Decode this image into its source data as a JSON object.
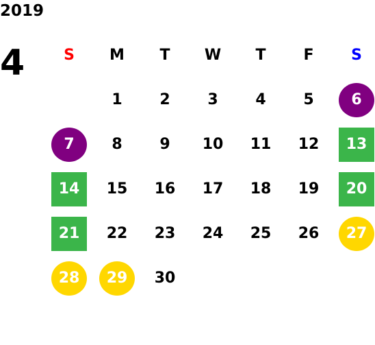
{
  "header": {
    "year": "2019",
    "month": "4"
  },
  "weekdays": [
    {
      "label": "S",
      "color": "#ff0000"
    },
    {
      "label": "M",
      "color": "#000000"
    },
    {
      "label": "T",
      "color": "#000000"
    },
    {
      "label": "W",
      "color": "#000000"
    },
    {
      "label": "T",
      "color": "#000000"
    },
    {
      "label": "F",
      "color": "#000000"
    },
    {
      "label": "S",
      "color": "#0000ff"
    }
  ],
  "colors": {
    "purple": "#800080",
    "green": "#3bb54a",
    "yellow": "#ffd700"
  },
  "days": [
    {
      "label": "1"
    },
    {
      "label": "2"
    },
    {
      "label": "3"
    },
    {
      "label": "4"
    },
    {
      "label": "5"
    },
    {
      "label": "6",
      "style": "circle",
      "color": "purple"
    },
    {
      "label": "7",
      "style": "circle",
      "color": "purple"
    },
    {
      "label": "8"
    },
    {
      "label": "9"
    },
    {
      "label": "10"
    },
    {
      "label": "11"
    },
    {
      "label": "12"
    },
    {
      "label": "13",
      "style": "square",
      "color": "green"
    },
    {
      "label": "14",
      "style": "square",
      "color": "green"
    },
    {
      "label": "15"
    },
    {
      "label": "16"
    },
    {
      "label": "17"
    },
    {
      "label": "18"
    },
    {
      "label": "19"
    },
    {
      "label": "20",
      "style": "square",
      "color": "green"
    },
    {
      "label": "21",
      "style": "square",
      "color": "green"
    },
    {
      "label": "22"
    },
    {
      "label": "23"
    },
    {
      "label": "24"
    },
    {
      "label": "25"
    },
    {
      "label": "26"
    },
    {
      "label": "27",
      "style": "circle",
      "color": "yellow"
    },
    {
      "label": "28",
      "style": "circle",
      "color": "yellow"
    },
    {
      "label": "29",
      "style": "circle",
      "color": "yellow"
    },
    {
      "label": "30"
    }
  ]
}
